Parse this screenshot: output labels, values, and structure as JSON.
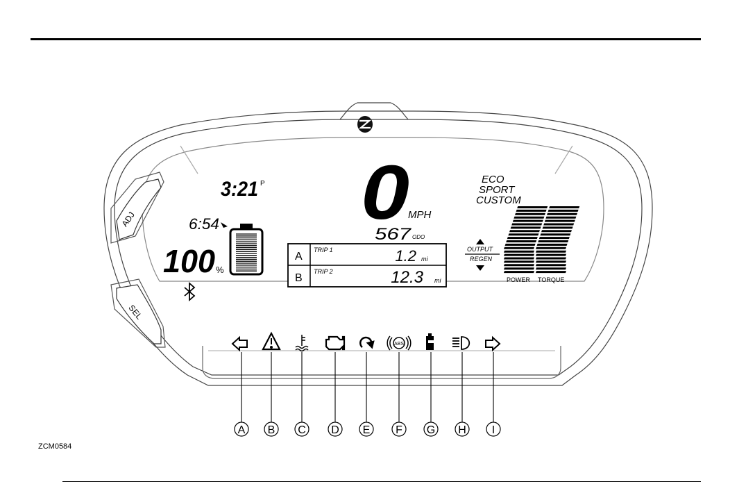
{
  "figure_code": "ZCM0584",
  "buttons": {
    "adj": "ADJ",
    "sel": "SEL"
  },
  "display": {
    "clock": "3:21",
    "clock_suffix": "P",
    "range_time": "6:54",
    "battery_percent": "100",
    "percent_sign": "%",
    "speed": "0",
    "speed_unit": "MPH",
    "odometer": "567",
    "odometer_unit": "ODO",
    "trips": [
      {
        "slot": "A",
        "label": "TRIP 1",
        "value": "1.2",
        "unit": "mi"
      },
      {
        "slot": "B",
        "label": "TRIP 2",
        "value": "12.3",
        "unit": "mi"
      }
    ],
    "modes": [
      "ECO",
      "SPORT",
      "CUSTOM"
    ],
    "output_label": "OUTPUT",
    "regen_label": "REGEN",
    "power_label": "POWER",
    "torque_label": "TORQUE"
  },
  "indicators": [
    {
      "letter": "A",
      "icon": "left-turn-arrow-icon"
    },
    {
      "letter": "B",
      "icon": "warning-triangle-icon"
    },
    {
      "letter": "C",
      "icon": "coolant-temperature-icon"
    },
    {
      "letter": "D",
      "icon": "check-engine-icon"
    },
    {
      "letter": "E",
      "icon": "reverse-mode-icon"
    },
    {
      "letter": "F",
      "icon": "abs-icon"
    },
    {
      "letter": "G",
      "icon": "kickstand-icon"
    },
    {
      "letter": "H",
      "icon": "high-beam-icon"
    },
    {
      "letter": "I",
      "icon": "right-turn-arrow-icon"
    }
  ]
}
